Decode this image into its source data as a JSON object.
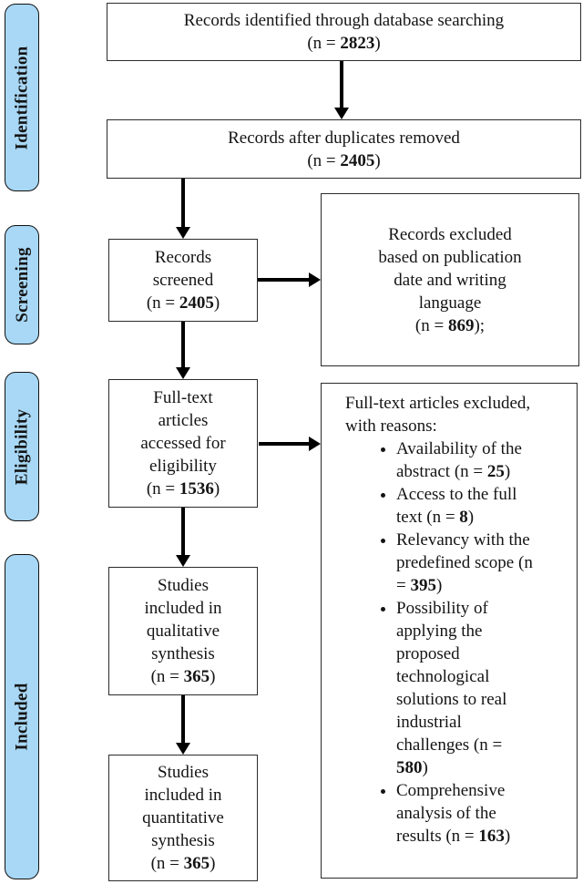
{
  "palette": {
    "stage_fill": "#a8d8f6",
    "box_border": "#2b2b2b",
    "arrow_color": "#000000"
  },
  "stages": [
    {
      "label": "Identification"
    },
    {
      "label": "Screening"
    },
    {
      "label": "Eligibility"
    },
    {
      "label": "Included"
    }
  ],
  "boxes": {
    "identified": {
      "text": "Records identified through database searching",
      "pre": "(n = ",
      "num": "2823",
      "post": ")"
    },
    "deduplicated": {
      "text": "Records after duplicates removed",
      "pre": "(n = ",
      "num": "2405",
      "post": ")"
    },
    "screened": {
      "text": "Records screened",
      "pre": "(n = ",
      "num": "2405",
      "post": ")"
    },
    "fulltext": {
      "text": "Full-text articles accessed for eligibility",
      "pre": "(n = ",
      "num": "1536",
      "post": ")"
    },
    "qualitative": {
      "text": "Studies included in qualitative synthesis",
      "pre": "(n = ",
      "num": "365",
      "post": ")"
    },
    "quantitative": {
      "text": "Studies included in quantitative synthesis",
      "pre": "(n = ",
      "num": "365",
      "post": ")"
    },
    "excluded_records": {
      "text": "Records excluded based on publication date and writing language",
      "pre": "(n = ",
      "num": "869",
      "post": ");"
    },
    "excluded_fulltext": {
      "heading": "Full-text articles excluded, with reasons:",
      "reasons": [
        {
          "pre": "Availability of the abstract (n = ",
          "num": "25",
          "post": ")"
        },
        {
          "pre": "Access to the full text (n = ",
          "num": "8",
          "post": ")"
        },
        {
          "pre": "Relevancy with the predefined scope (n = ",
          "num": "395",
          "post": ")"
        },
        {
          "pre": "Possibility of applying the proposed technological solutions to real industrial challenges (n = ",
          "num": "580",
          "post": ")"
        },
        {
          "pre": "Comprehensive analysis of the results (n = ",
          "num": "163",
          "post": ")"
        }
      ]
    }
  }
}
